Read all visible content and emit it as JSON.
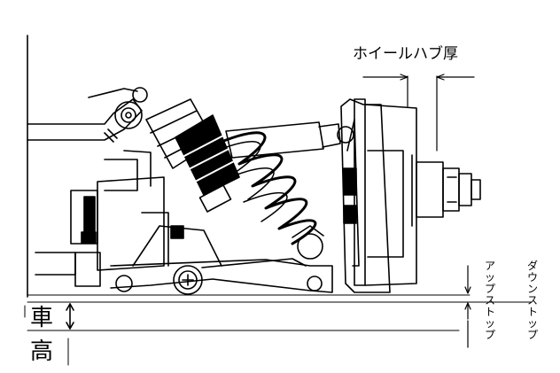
{
  "labels": {
    "hub_thickness": "ホイールハブ厚",
    "ride_height_1": "車",
    "ride_height_2": "高",
    "down_stop": "ダウンストップ",
    "up_stop": "アップストップ"
  },
  "colors": {
    "line": "#000000",
    "background": "#ffffff"
  }
}
